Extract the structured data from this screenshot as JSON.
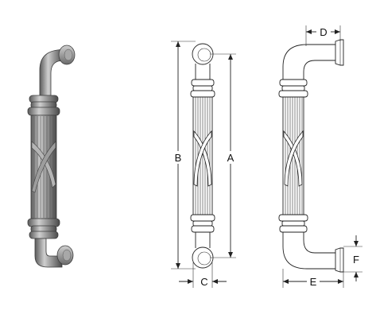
{
  "diagram": {
    "dimension_labels": {
      "a": "A",
      "b": "B",
      "c": "C",
      "d": "D",
      "e": "E",
      "f": "F"
    },
    "colors": {
      "metal_light": "#c9c9c9",
      "metal_mid": "#8e8e8e",
      "metal_dark": "#4a4a4a",
      "ink": "#222222"
    }
  }
}
